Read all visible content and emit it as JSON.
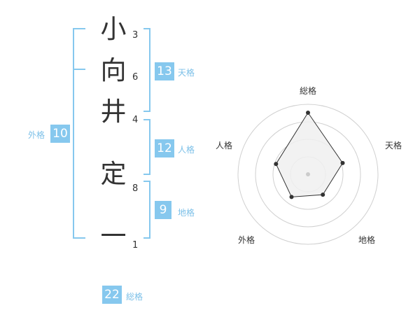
{
  "name": {
    "characters": [
      {
        "char": "小",
        "strokes": "3"
      },
      {
        "char": "向",
        "strokes": "6"
      },
      {
        "char": "井",
        "strokes": "4"
      },
      {
        "char": "定",
        "strokes": "8"
      },
      {
        "char": "一",
        "strokes": "1"
      }
    ]
  },
  "fortune": {
    "tenkaku": {
      "value": "13",
      "label": "天格"
    },
    "jinkaku": {
      "value": "12",
      "label": "人格"
    },
    "chikaku": {
      "value": "9",
      "label": "地格"
    },
    "gaikaku": {
      "value": "10",
      "label": "外格"
    },
    "soukaku": {
      "value": "22",
      "label": "総格"
    }
  },
  "colors": {
    "accent": "#86c8ee",
    "accent_text": "#7cc0e8",
    "text": "#333333"
  },
  "chart_data": {
    "type": "radar",
    "axes": [
      "総格",
      "天格",
      "地格",
      "外格",
      "人格"
    ],
    "values": [
      22,
      13,
      9,
      10,
      12
    ],
    "ring_count": 4,
    "grid": true
  }
}
